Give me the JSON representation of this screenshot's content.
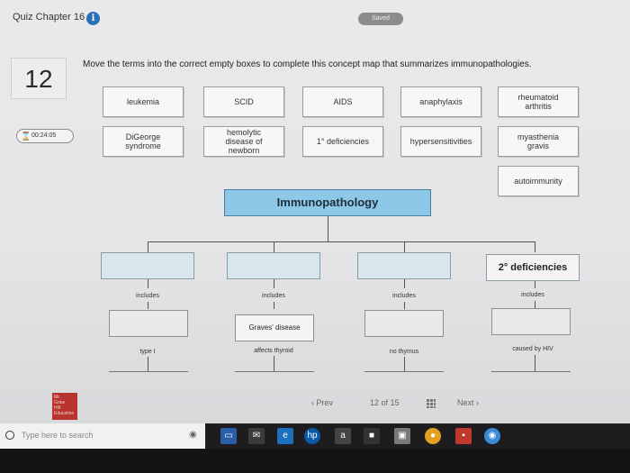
{
  "header": {
    "quiz_title": "Quiz Chapter 16",
    "info_icon": "info-icon",
    "saved_label": "Saved"
  },
  "question": {
    "number": "12",
    "timer": "00:24:05",
    "timer_icon": "hourglass-icon",
    "instructions": "Move the terms into the correct empty boxes to complete this concept map that summarizes immunopathologies."
  },
  "terms": [
    {
      "label": "leukemia"
    },
    {
      "label": "SCID"
    },
    {
      "label": "AIDS"
    },
    {
      "label": "anaphylaxis"
    },
    {
      "label": "rheumatoid\narthritis"
    },
    {
      "label": "DiGeorge\nsyndrome"
    },
    {
      "label": "hemolytic\ndisease of\nnewborn"
    },
    {
      "label": "1° deficiencies"
    },
    {
      "label": "hypersensitivities"
    },
    {
      "label": "myasthenia\ngravis"
    },
    {
      "label": "autoimmunity"
    }
  ],
  "concept_map": {
    "root": "Immunopathology",
    "categories": [
      {
        "label": "",
        "connector": "includes",
        "item": "",
        "note": "type I"
      },
      {
        "label": "",
        "connector": "includes",
        "item": "Graves' disease",
        "note": "affects thyroid"
      },
      {
        "label": "",
        "connector": "includes",
        "item": "",
        "note": "no thymus"
      },
      {
        "label": "2° deficiencies",
        "connector": "includes",
        "item": "",
        "note": "caused by HIV"
      }
    ]
  },
  "navigation": {
    "prev_label": "Prev",
    "page_current": "12",
    "page_of": "of",
    "page_total": "15",
    "next_label": "Next"
  },
  "logo": {
    "text": "Mc\nGraw\nHill\nEducation"
  },
  "taskbar": {
    "search_placeholder": "Type here to search"
  },
  "colors": {
    "root_fill": "#8ec8e8",
    "category_fill": "#d8e7ee",
    "brand": "#b8342e"
  }
}
